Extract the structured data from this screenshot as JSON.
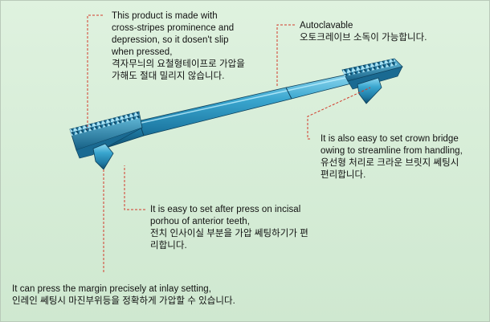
{
  "colors": {
    "background": "#d8eed9",
    "leader_line": "#d23a2a",
    "tool_body": "#2a8db7",
    "tool_highlight": "#7fd0ea",
    "tool_shadow": "#0f4e6e"
  },
  "callouts": {
    "grip": {
      "en": [
        "This product is made with",
        "cross-stripes prominence and",
        "depression, so it dosen't slip",
        "when pressed,"
      ],
      "ko": [
        "격자무늬의 요철형테이프로 가압을",
        "가해도 절대 밀리지 않습니다."
      ]
    },
    "autoclave": {
      "en": [
        "Autoclavable"
      ],
      "ko": [
        "오토크레이브 소독이 가능합니다."
      ]
    },
    "crown": {
      "en": [
        "It is also easy to set crown bridge",
        "owing to streamline from handling,"
      ],
      "ko": [
        "유선형 처리로 크라운 브릿지 쎄팅시",
        "편리합니다."
      ]
    },
    "incisal": {
      "en": [
        "It is easy to set after press on incisal",
        "porhou of anterior teeth,"
      ],
      "ko": [
        "전치 인사이실 부분을 가압 쎄팅하기가 편",
        "리합니다."
      ]
    },
    "inlay": {
      "en": [
        "It can press the margin precisely at inlay setting,"
      ],
      "ko": [
        "인레인 쎄팅시 마진부위등을 정확하게 가압할 수 있습니다."
      ]
    }
  }
}
